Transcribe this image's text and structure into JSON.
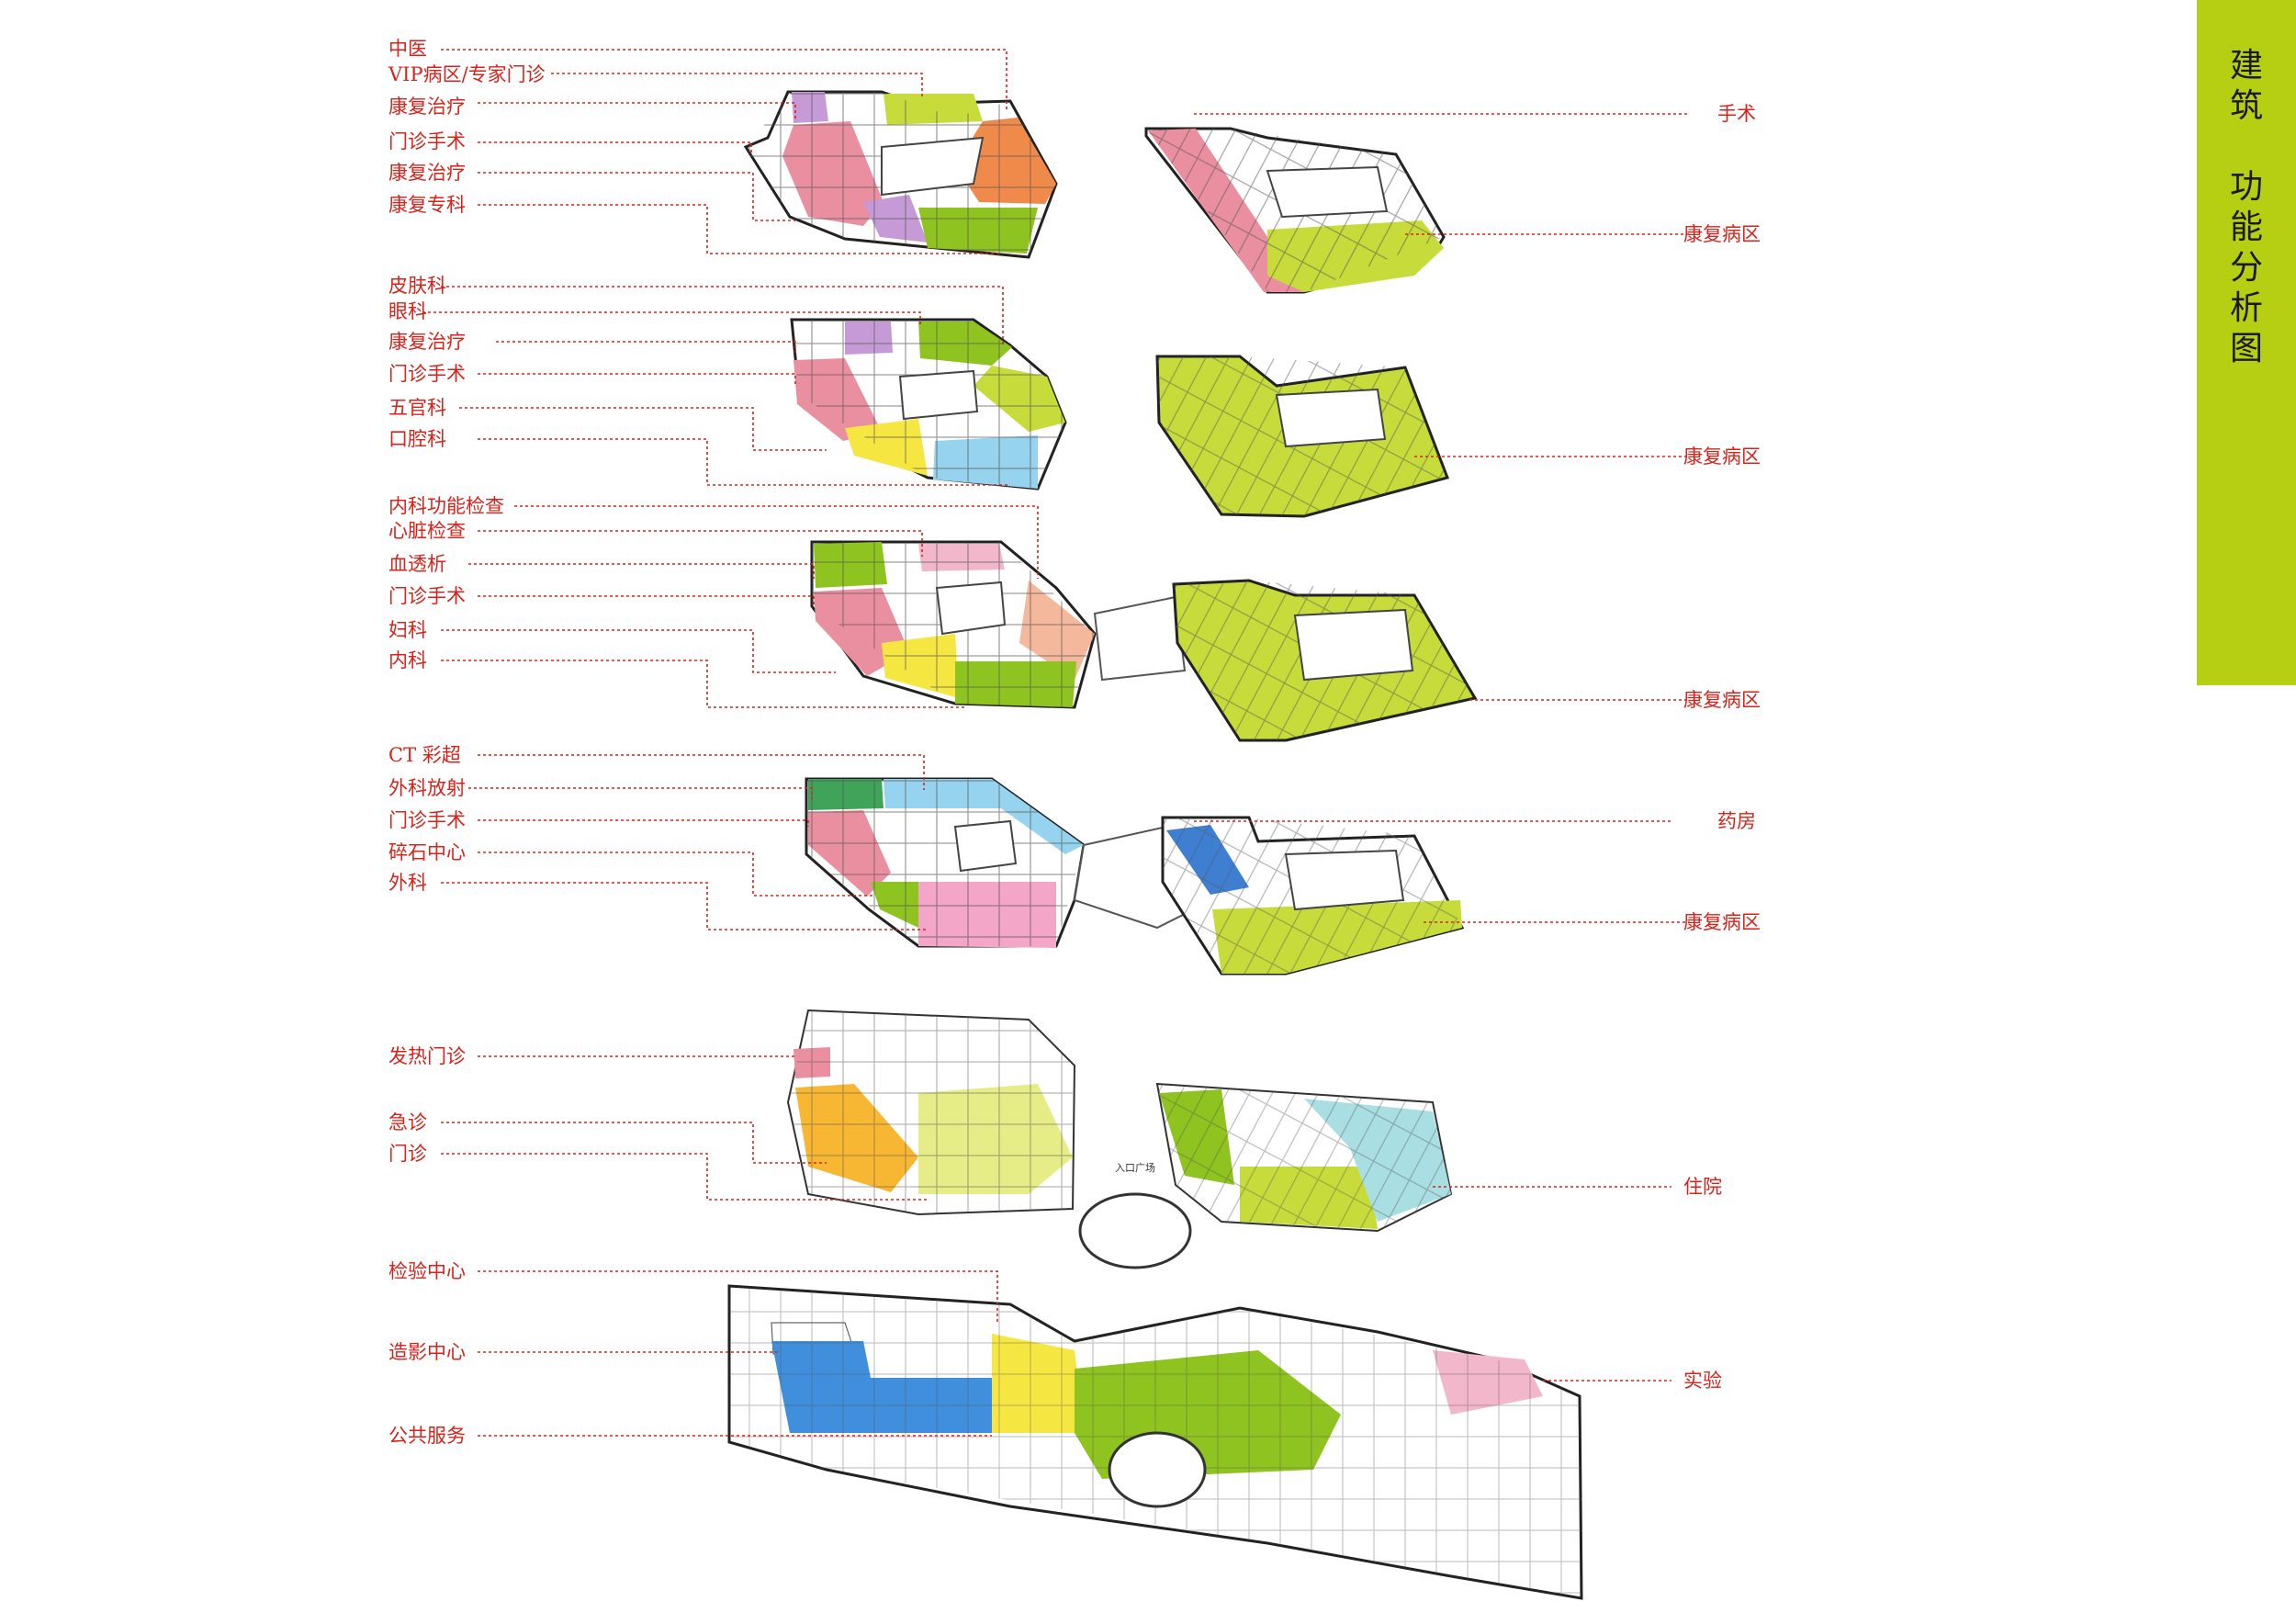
{
  "sidebar": {
    "title_part1": "建筑",
    "title_part2": "功能分析图"
  },
  "colors": {
    "label": "#d8231b",
    "sidebar": "#b6cf12",
    "pink": "#ea8fa0",
    "lime": "#c7dc3a",
    "green": "#8fc31f",
    "orange": "#f08a4b",
    "purple": "#c59ad6",
    "yellow": "#f5e642",
    "lightblue": "#96d3ee",
    "teal": "#a9dfe2",
    "blue": "#3f7fd2",
    "amber": "#f7b733",
    "lightpink": "#f3b7cc",
    "paleyellow": "#e6ec86"
  },
  "floors": [
    {
      "left": [
        "中医",
        "VIP病区/专家门诊",
        "康复治疗",
        "门诊手术",
        "康复治疗",
        "康复专科"
      ],
      "right": [
        "手术",
        "康复病区"
      ]
    },
    {
      "left": [
        "皮肤科",
        "眼科",
        "康复治疗",
        "门诊手术",
        "五官科",
        "口腔科"
      ],
      "right": [
        "康复病区"
      ]
    },
    {
      "left": [
        "内科功能检查",
        "心脏检查",
        "血透析",
        "门诊手术",
        "妇科",
        "内科"
      ],
      "right": [
        "康复病区"
      ]
    },
    {
      "left": [
        "CT 彩超",
        "外科放射",
        "门诊手术",
        "碎石中心",
        "外科"
      ],
      "right": [
        "药房",
        "康复病区"
      ]
    },
    {
      "left": [
        "发热门诊",
        "急诊",
        "门诊"
      ],
      "right": [
        "住院"
      ],
      "plaza": "入口广场"
    },
    {
      "left": [
        "检验中心",
        "造影中心",
        "公共服务"
      ],
      "right": [
        "实验"
      ]
    }
  ]
}
